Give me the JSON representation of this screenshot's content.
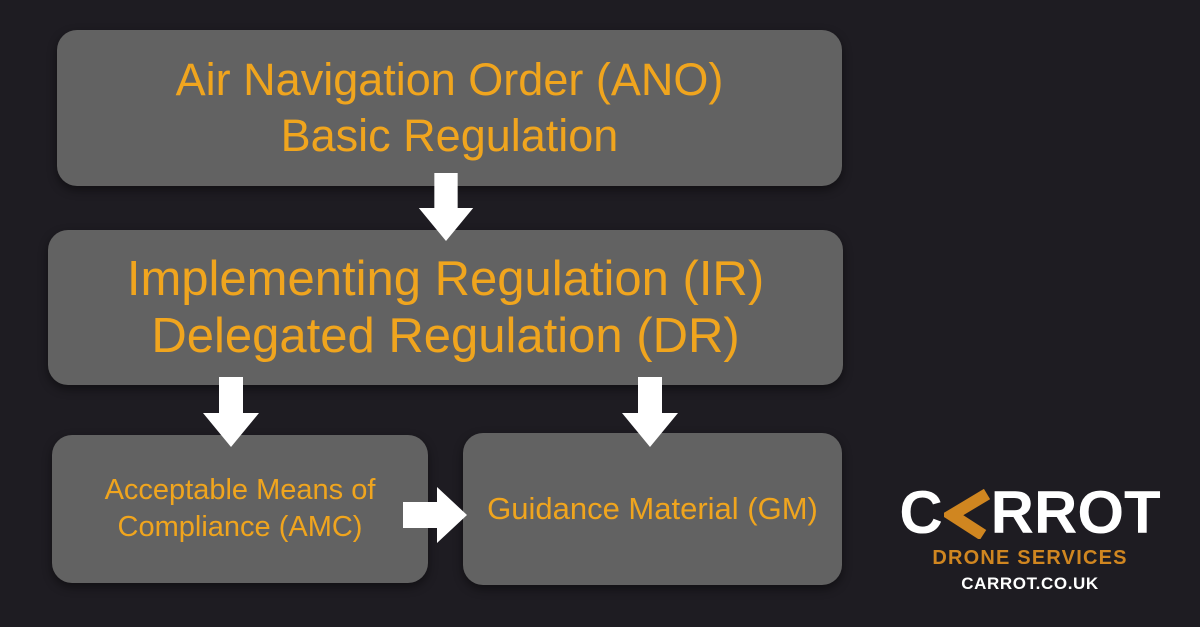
{
  "colors": {
    "background": "#1e1c22",
    "box_fill": "#626262",
    "box_text_gold": "#f0a51e",
    "arrow_white": "#ffffff",
    "logo_orange": "#d08620",
    "logo_white": "#ffffff"
  },
  "diagram": {
    "boxes": [
      {
        "id": "ano",
        "lines": [
          "Air Navigation Order (ANO)",
          "Basic Regulation"
        ]
      },
      {
        "id": "irdr",
        "lines": [
          "Implementing Regulation (IR)",
          "Delegated Regulation (DR)"
        ]
      },
      {
        "id": "amc",
        "lines": [
          "Acceptable Means of",
          "Compliance (AMC)"
        ]
      },
      {
        "id": "gm",
        "lines": [
          "Guidance Material (GM)"
        ]
      }
    ],
    "arrows": [
      {
        "id": "ano-to-irdr",
        "direction": "down"
      },
      {
        "id": "irdr-to-amc",
        "direction": "down"
      },
      {
        "id": "irdr-to-gm",
        "direction": "down"
      },
      {
        "id": "amc-to-gm",
        "direction": "right"
      }
    ]
  },
  "logo": {
    "brand_prefix": "C",
    "brand_suffix": "RROT",
    "chevron_icon": "carrot-chevron",
    "tagline": "DRONE SERVICES",
    "website": "CARROT.CO.UK"
  }
}
